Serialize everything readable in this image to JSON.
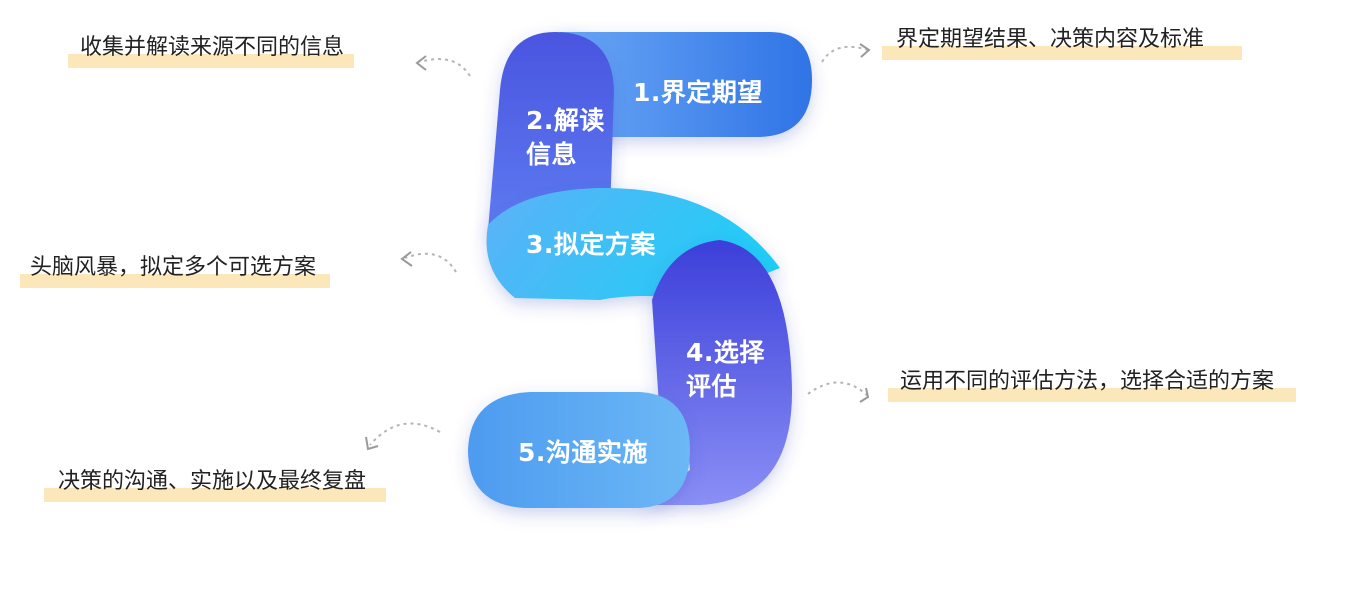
{
  "steps": [
    {
      "label": "1.界定期望"
    },
    {
      "label_line1": "2.解读",
      "label_line2": "信息"
    },
    {
      "label": "3.拟定方案"
    },
    {
      "label_line1": "4.选择",
      "label_line2": "评估"
    },
    {
      "label": "5.沟通实施"
    }
  ],
  "notes": {
    "step1": "界定期望结果、决策内容及标准",
    "step2": "收集并解读来源不同的信息",
    "step3": "头脑风暴，拟定多个可选方案",
    "step4": "运用不同的评估方法，选择合适的方案",
    "step5": "决策的沟通、实施以及最终复盘"
  },
  "colors": {
    "highlight": "#fbe7ba",
    "blue_dark": "#3b4fd8",
    "blue_mid": "#3d8ff0",
    "cyan": "#2fc3f5",
    "purple": "#6a5cf0"
  }
}
